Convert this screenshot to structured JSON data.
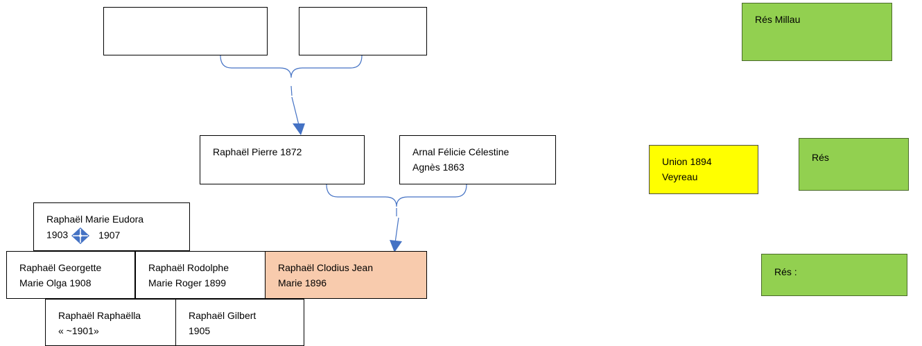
{
  "boxes": {
    "top_left": "",
    "top_right": "",
    "pierre": "Raphaël Pierre 1872",
    "arnal": [
      "Arnal Félicie Célestine",
      "Agnès 1863"
    ],
    "eudora": {
      "line1": "Raphaël Marie Eudora",
      "birth": "1903",
      "death": "1907"
    },
    "georgette": [
      "Raphaël Georgette",
      "Marie Olga 1908"
    ],
    "rodolphe": [
      "Raphaël Rodolphe",
      "Marie Roger 1899"
    ],
    "clodius": [
      "Raphaël Clodius Jean",
      "Marie 1896"
    ],
    "raphaella": [
      "Raphaël Raphaëlla",
      "« ~1901»"
    ],
    "gilbert": [
      "Raphaël Gilbert",
      "1905"
    ],
    "res_millau": "Rés Millau",
    "union": [
      "Union 1894",
      "Veyreau"
    ],
    "res": "Rés",
    "res_colon": "Rés :"
  },
  "icons": {
    "death_marker": "cross-icon"
  },
  "colors": {
    "connector": "#4472c4",
    "highlight": "#f8cbad",
    "green": "#92d050",
    "yellow": "#ffff00"
  }
}
